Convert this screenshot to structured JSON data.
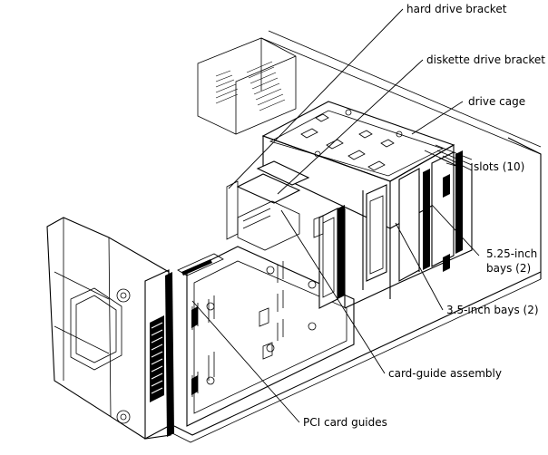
{
  "figure": {
    "labels": {
      "hard_drive_bracket": "hard drive bracket",
      "diskette_drive_bracket": "diskette drive bracket",
      "drive_cage": "drive cage",
      "slots": "slots (10)",
      "bays_525_line1": "5.25-inch",
      "bays_525_line2": "bays (2)",
      "bays_35": "3.5-inch bays (2)",
      "card_guide_assembly": "card-guide assembly",
      "pci_card_guides": "PCI card guides"
    }
  }
}
